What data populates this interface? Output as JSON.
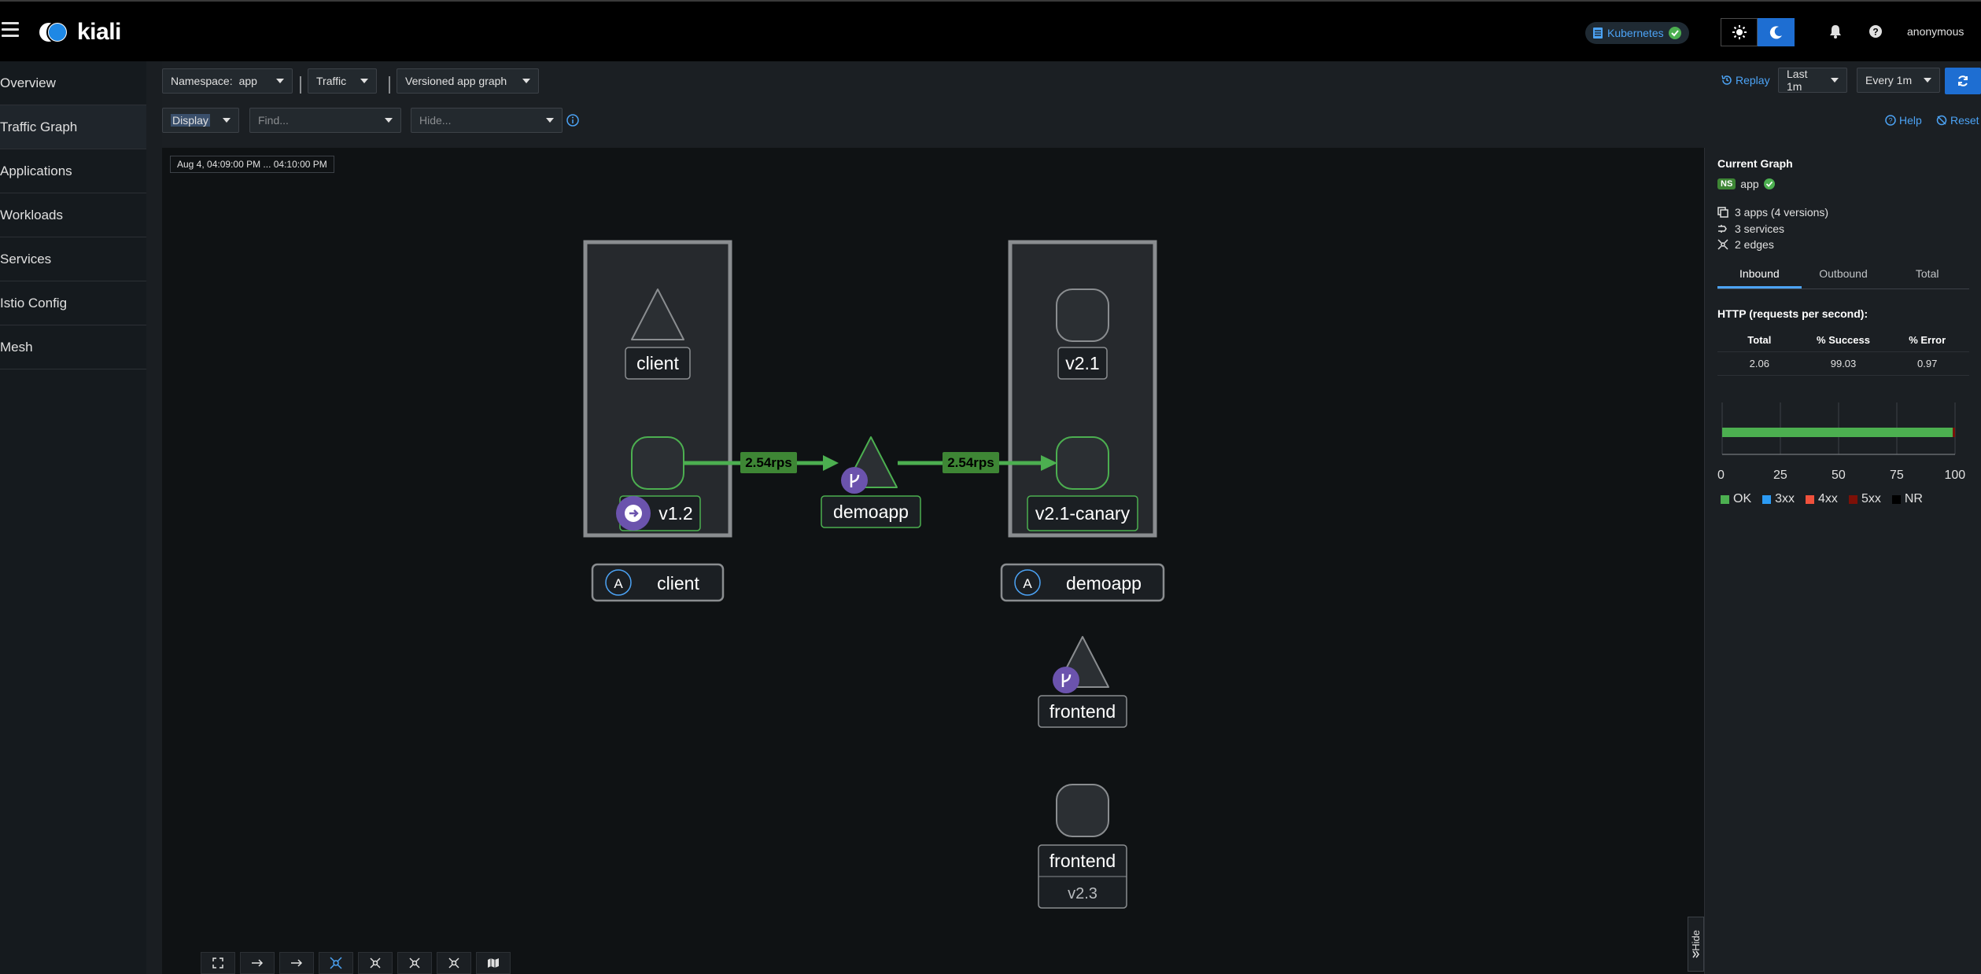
{
  "header": {
    "logo_text": "kiali",
    "cluster_label": "Kubernetes",
    "user": "anonymous"
  },
  "sidebar": {
    "items": [
      {
        "label": "Overview"
      },
      {
        "label": "Traffic Graph"
      },
      {
        "label": "Applications"
      },
      {
        "label": "Workloads"
      },
      {
        "label": "Services"
      },
      {
        "label": "Istio Config"
      },
      {
        "label": "Mesh"
      }
    ]
  },
  "toolbar": {
    "namespace_label": "Namespace:",
    "namespace_value": "app",
    "traffic_label": "Traffic",
    "graph_type": "Versioned app graph",
    "display_label": "Display",
    "find_placeholder": "Find...",
    "hide_placeholder": "Hide...",
    "replay_label": "Replay",
    "duration": "Last 1m",
    "refresh_interval": "Every 1m",
    "help_label": "Help",
    "reset_label": "Reset"
  },
  "graph": {
    "timestamp": "Aug 4, 04:09:00 PM ... 04:10:00 PM",
    "nodes": {
      "client_svc": "client",
      "client_v12": "v1.2",
      "demoapp_svc": "demoapp",
      "demoapp_v21": "v2.1",
      "demoapp_canary": "v2.1-canary",
      "client_box": "client",
      "demoapp_box": "demoapp",
      "frontend_svc": "frontend",
      "frontend_wl": "frontend",
      "frontend_version": "v2.3",
      "app_badge": "A"
    },
    "edges": {
      "edge1": "2.54rps",
      "edge2": "2.54rps"
    },
    "hide_label": "Hide"
  },
  "panel": {
    "title": "Current Graph",
    "ns_badge": "NS",
    "namespace": "app",
    "stats": {
      "apps": "3 apps (4 versions)",
      "services": "3 services",
      "edges": "2 edges"
    },
    "tabs": [
      "Inbound",
      "Outbound",
      "Total"
    ],
    "http_title": "HTTP (requests per second):",
    "columns": [
      "Total",
      "% Success",
      "% Error"
    ],
    "values": [
      "2.06",
      "99.03",
      "0.97"
    ],
    "chart_data": {
      "type": "bar",
      "orientation": "horizontal",
      "categories": [
        "HTTP"
      ],
      "series": [
        {
          "name": "OK",
          "values": [
            99.03
          ]
        },
        {
          "name": "3xx",
          "values": [
            0
          ]
        },
        {
          "name": "4xx",
          "values": [
            0
          ]
        },
        {
          "name": "5xx",
          "values": [
            0.97
          ]
        },
        {
          "name": "NR",
          "values": [
            0
          ]
        }
      ],
      "xlim": [
        0,
        100
      ],
      "ticks": [
        "0",
        "25",
        "50",
        "75",
        "100"
      ],
      "legend": [
        "OK",
        "3xx",
        "4xx",
        "5xx",
        "NR"
      ],
      "legend_position": "bottom",
      "colors": {
        "OK": "#4caf50",
        "3xx": "#2b9af3",
        "4xx": "#f0513c",
        "5xx": "#7d1007",
        "NR": "#000000"
      }
    }
  },
  "colors": {
    "accent": "#1e6ed2",
    "healthy": "#4caf50",
    "link": "#4ca3f5",
    "edge": "#3e8635"
  }
}
